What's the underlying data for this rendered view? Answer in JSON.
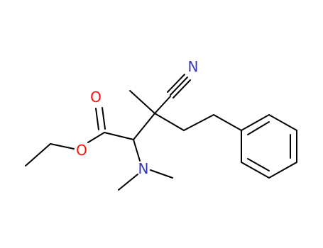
{
  "colors": {
    "carbon": "#000000",
    "oxygen": "#ff0d0d",
    "nitrogen": "#3838b4"
  },
  "atoms": {
    "carbonyl_oxygen": "O",
    "ester_oxygen": "O",
    "amine_nitrogen": "N",
    "nitrile_nitrogen": "N"
  }
}
